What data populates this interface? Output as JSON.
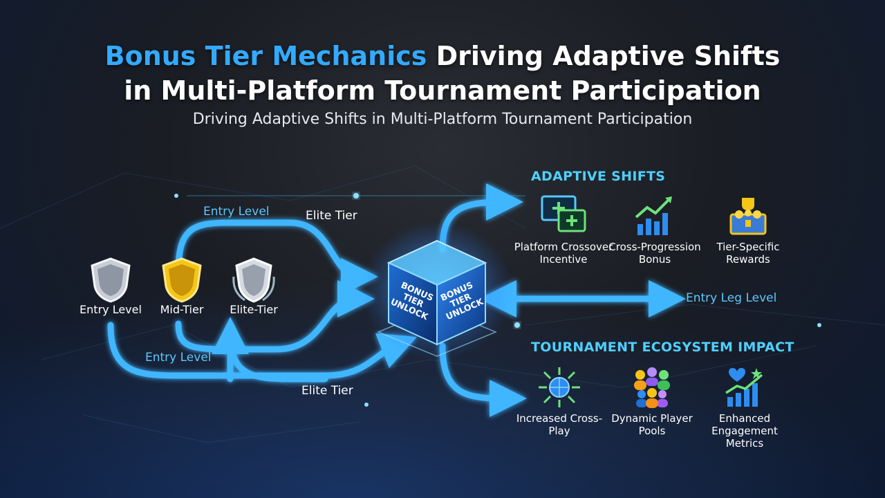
{
  "header": {
    "title_highlight": "Bonus Tier Mechanics",
    "title_rest_line1": " Driving Adaptive Shifts",
    "title_line2": "in Multi-Platform Tournament Participation",
    "subtitle": "Driving Adaptive Shifts in Multi-Platform Tournament Participation"
  },
  "tiers": [
    {
      "label": "Entry Level",
      "icon": "silver-shield-icon"
    },
    {
      "label": "Mid-Tier",
      "icon": "gold-shield-icon"
    },
    {
      "label": "Elite-Tier",
      "icon": "silver-laurel-shield-icon"
    }
  ],
  "flow_labels": {
    "top_left": "Entry Level",
    "top_right": "Elite Tier",
    "bottom_left": "Entry Level",
    "bottom_right": "Elite Tier",
    "right_arrow": "Entry Leg Level"
  },
  "cube": {
    "left_face": "BONUS TIER UNLOCK",
    "right_face": "BONUS TIER UNLOCK"
  },
  "adaptive_shifts": {
    "title": "ADAPTIVE SHIFTS",
    "items": [
      {
        "label": "Platform Crossover Incentive",
        "icon": "monitor-plus-icon"
      },
      {
        "label": "Cross-Progression Bonus",
        "icon": "growth-chart-icon"
      },
      {
        "label": "Tier-Specific Rewards",
        "icon": "treasure-chest-icon"
      }
    ]
  },
  "ecosystem_impact": {
    "title": "TOURNAMENT ECOSYSTEM IMPACT",
    "items": [
      {
        "label": "Increased Cross-Play",
        "icon": "globe-arrows-icon"
      },
      {
        "label": "Dynamic Player Pools",
        "icon": "player-group-icon"
      },
      {
        "label": "Enhanced Engagement Metrics",
        "icon": "heart-star-chart-icon"
      }
    ]
  },
  "colors": {
    "accent": "#33aaff",
    "arrow": "#3fb6ff",
    "section_title": "#4fd0ff",
    "gold": "#f5c518",
    "silver": "#c9ced6"
  }
}
